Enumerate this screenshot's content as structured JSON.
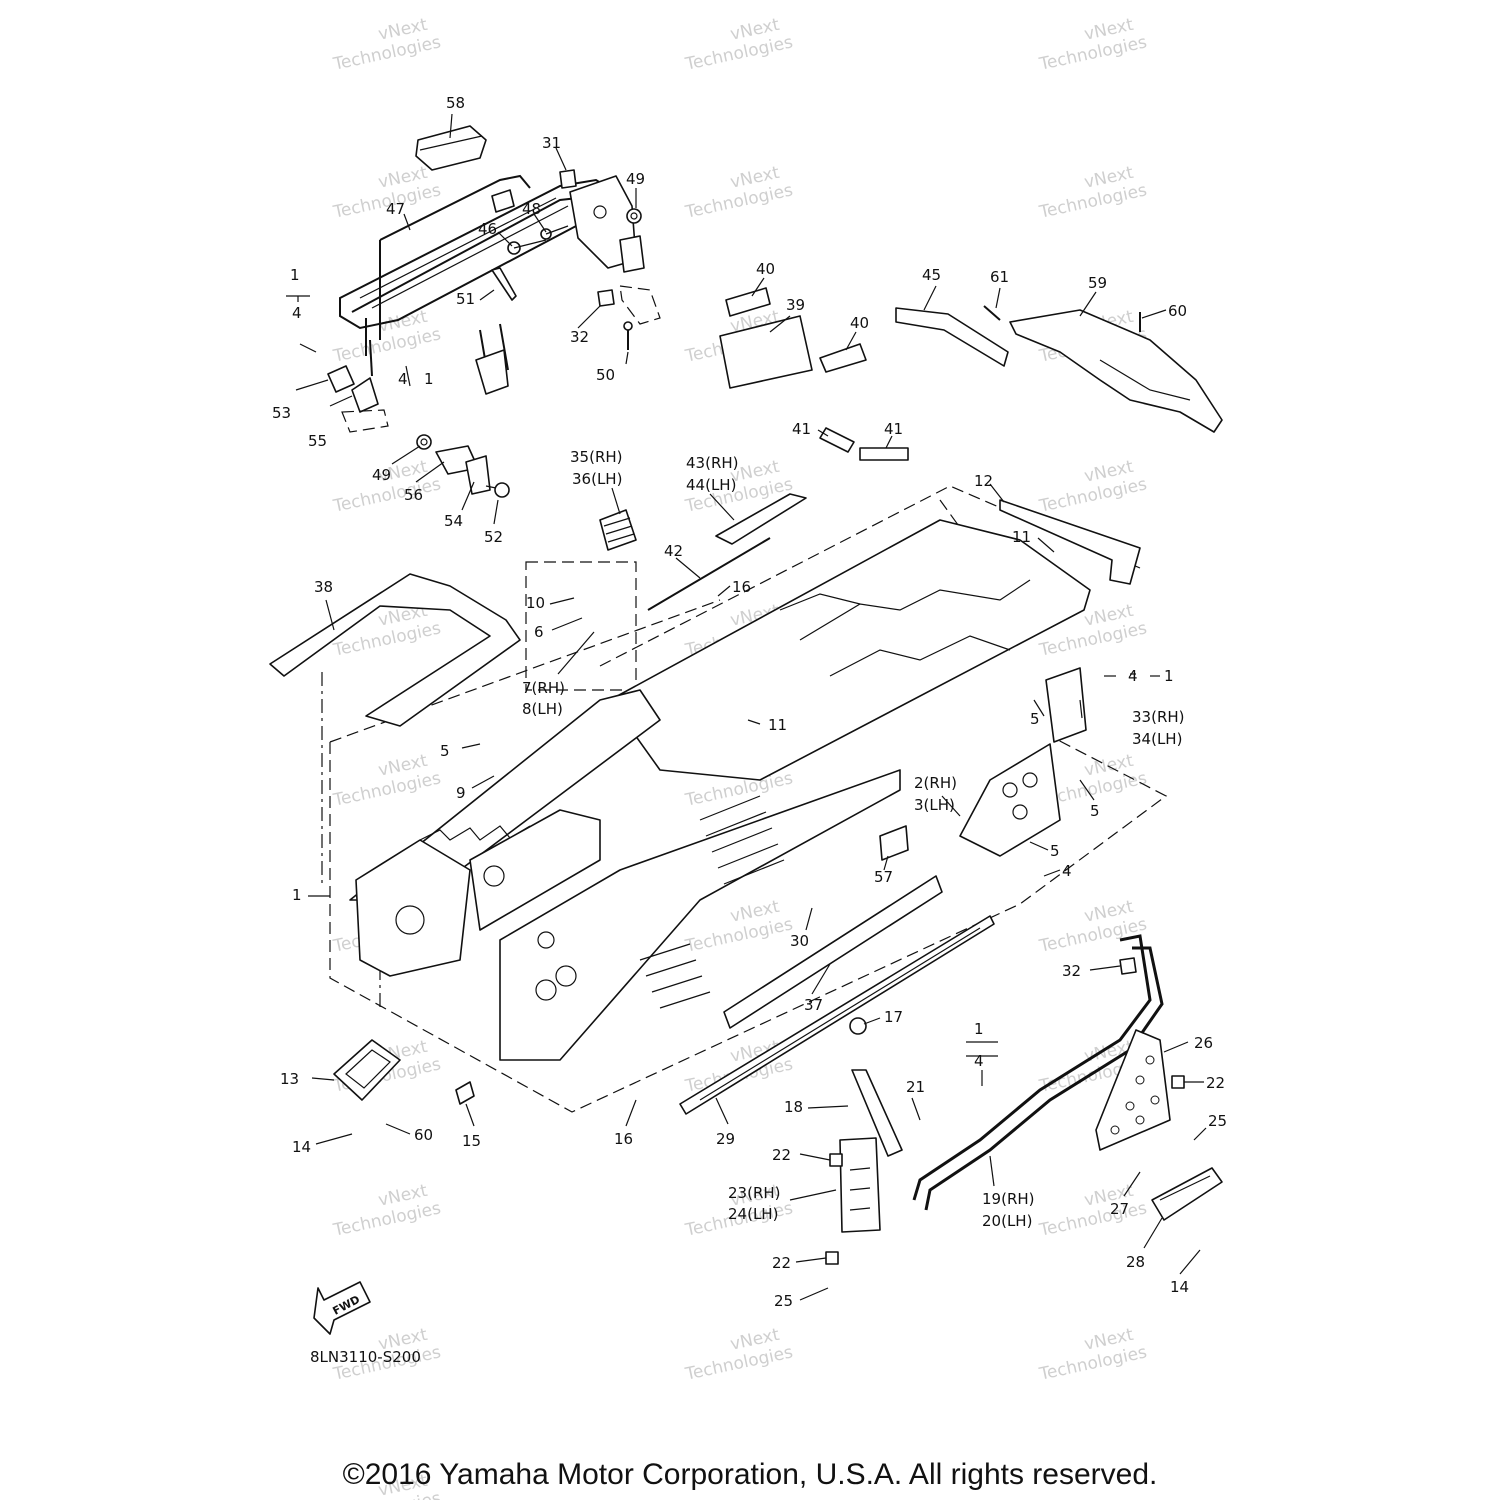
{
  "watermark": {
    "line1": "vNext",
    "line2": "Technologies"
  },
  "diagram_code": "8LN3110-S200",
  "fwd_label": "FWD",
  "copyright": "©2016 Yamaha Motor Corporation, U.S.A. All rights reserved.",
  "callouts": [
    "58",
    "31",
    "49",
    "48",
    "46",
    "47",
    "1",
    "4",
    "51",
    "32",
    "50",
    "4",
    "1",
    "53",
    "55",
    "49",
    "56",
    "54",
    "52",
    "40",
    "39",
    "40",
    "45",
    "61",
    "59",
    "60",
    "41",
    "41",
    "35(RH)",
    "36(LH)",
    "43(RH)",
    "44(LH)",
    "42",
    "12",
    "11",
    "38",
    "10",
    "16",
    "6",
    "7(RH)",
    "8(LH)",
    "11",
    "4",
    "1",
    "5",
    "33(RH)",
    "34(LH)",
    "5",
    "9",
    "2(RH)",
    "3(LH)",
    "5",
    "5",
    "4",
    "1",
    "57",
    "30",
    "32",
    "37",
    "17",
    "1",
    "4",
    "26",
    "22",
    "21",
    "18",
    "25",
    "13",
    "14",
    "60",
    "15",
    "16",
    "29",
    "22",
    "23(RH)",
    "24(LH)",
    "19(RH)",
    "20(LH)",
    "27",
    "28",
    "14",
    "22",
    "25"
  ]
}
